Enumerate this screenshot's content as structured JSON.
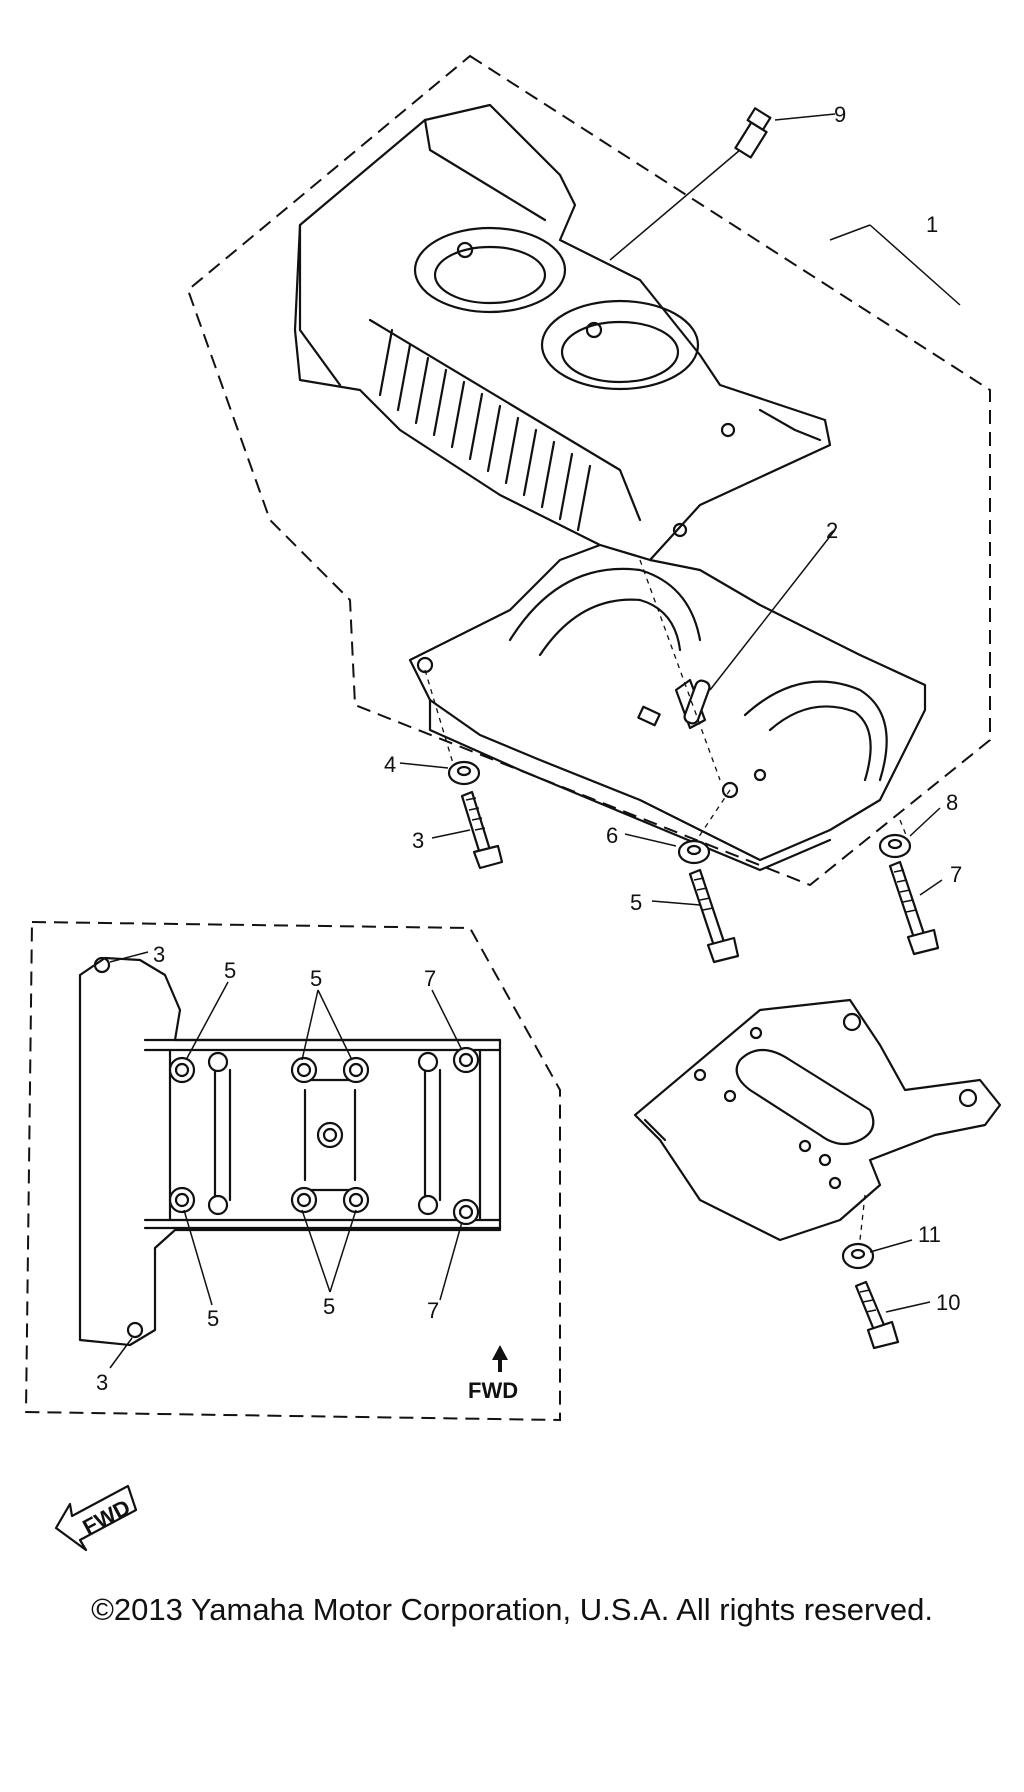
{
  "callouts": {
    "c1": "1",
    "c2": "2",
    "c3a": "3",
    "c4": "4",
    "c5a": "5",
    "c6": "6",
    "c7a": "7",
    "c8": "8",
    "c9": "9",
    "c10": "10",
    "c11": "11",
    "d3_top": "3",
    "d5_left_top": "5",
    "d5_mid_top": "5",
    "d7_right_top": "7",
    "d5_left_bottom": "5",
    "d5_mid_bottom": "5",
    "d7_right_bottom": "7",
    "d3_bottom": "3"
  },
  "detail_fwd_label": "FWD",
  "fwd_badge_label": "FWD",
  "copyright": "©2013 Yamaha Motor Corporation, U.S.A. All rights reserved."
}
